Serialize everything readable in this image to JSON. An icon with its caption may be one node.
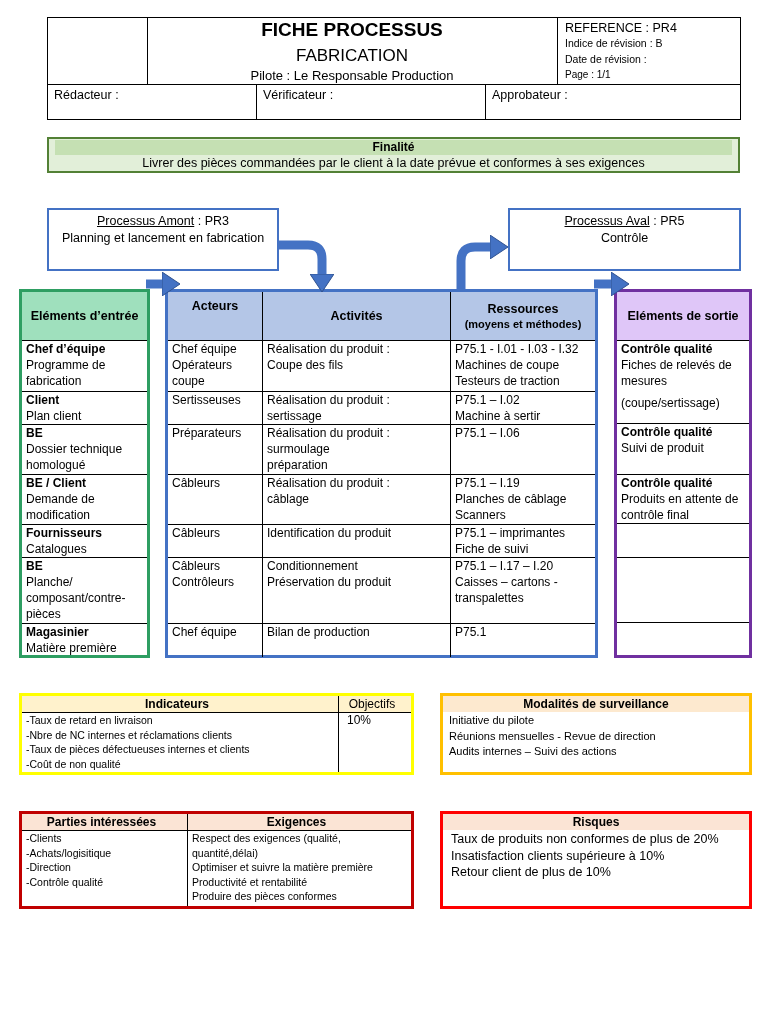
{
  "diagram": {
    "title": "FICHE PROCESSUS",
    "nodes": [
      {
        "text": [
          "Rédacteur :"
        ]
      },
      {
        "text": [
          "Vérificateur :"
        ]
      },
      {
        "text": [
          "Approbateur :"
        ]
      },
      {
        "text": [
          "Finalité",
          "Livrer des pièces commandées par le client à la date prévue et conformes à ses exigences"
        ]
      },
      {
        "text": [
          "Processus Amont : PR3",
          "Planning et lancement en fabrication"
        ]
      },
      {
        "text": [
          "Processus Aval : PR5",
          "Contrôle"
        ]
      },
      {
        "text": [
          "Eléments d’entrée"
        ]
      },
      {
        "text": [],
        "shape": "box"
      },
      {
        "text": [
          "Eléments de sortie"
        ]
      },
      {
        "text": [
          "Acteurs"
        ],
        "in": 7
      },
      {
        "text": [
          "Activités"
        ],
        "in": 7
      },
      {
        "text": [
          "Ressources",
          "(moyens et méthodes)"
        ],
        "in": 7
      },
      {
        "text": [
          "Chef d’équipe",
          "Programme de fabrication"
        ],
        "in": 6
      },
      {
        "text": [
          "Client",
          "Plan client"
        ],
        "in": 6
      },
      {
        "text": [
          "BE",
          "Dossier technique homologué"
        ],
        "in": 6
      },
      {
        "text": [
          "BE / Client",
          "Demande de modification"
        ],
        "in": 6
      },
      {
        "text": [
          "Fournisseurs",
          "Catalogues"
        ],
        "in": 6
      },
      {
        "text": [
          "BE",
          "Planche/ composant/contre-pièces"
        ],
        "in": 6
      },
      {
        "text": [
          "Magasinier",
          "Matière première"
        ],
        "in": 6
      },
      {
        "text": [
          "Chef équipe",
          "Opérateurs coupe"
        ],
        "in": 7
      },
      {
        "text": [
          "Réalisation du produit :",
          "Coupe des fils"
        ],
        "in": 7
      },
      {
        "text": [
          "P75.1 - I.01 - I.03 - I.32",
          "Machines de coupe",
          "Testeurs de traction"
        ],
        "in": 7
      },
      {
        "text": [
          "Sertisseuses"
        ],
        "in": 7
      },
      {
        "text": [
          "Réalisation du produit :",
          "sertissage"
        ],
        "in": 7
      },
      {
        "text": [
          "P75.1 – I.02",
          "Machine à sertir"
        ],
        "in": 7
      },
      {
        "text": [
          "Préparateurs"
        ],
        "in": 7
      },
      {
        "text": [
          "Réalisation du produit :",
          "surmoulage",
          "préparation"
        ],
        "in": 7
      },
      {
        "text": [
          "P75.1 – I.06"
        ],
        "in": 7
      },
      {
        "text": [
          "Câbleurs"
        ],
        "in": 7
      },
      {
        "text": [
          "Réalisation du produit :",
          "câblage"
        ],
        "in": 7
      },
      {
        "text": [
          "P75.1 – I.19",
          "Planches de câblage",
          "Scanners"
        ],
        "in": 7
      },
      {
        "text": [
          "Câbleurs"
        ],
        "in": 7
      },
      {
        "text": [
          "Identification du produit"
        ],
        "in": 7
      },
      {
        "text": [
          "P75.1 – imprimantes",
          "Fiche de suivi"
        ],
        "in": 7
      },
      {
        "text": [
          "Câbleurs",
          "Contrôleurs"
        ],
        "in": 7
      },
      {
        "text": [
          "Conditionnement",
          "Préservation du produit"
        ],
        "in": 7
      },
      {
        "text": [
          "P75.1 – I.17 – I.20",
          "Caisses – cartons - transpalettes"
        ],
        "in": 7
      },
      {
        "text": [
          "Chef équipe"
        ],
        "in": 7
      },
      {
        "text": [
          "Bilan de production"
        ],
        "in": 7
      },
      {
        "text": [
          "P75.1"
        ],
        "in": 7
      },
      {
        "text": [
          "Contrôle qualité",
          "Fiches de relevés de mesures",
          "(coupe/sertissage)"
        ],
        "in": 8
      },
      {
        "text": [
          "Contrôle qualité",
          "Suivi de produit"
        ],
        "in": 8
      },
      {
        "text": [
          "Contrôle qualité",
          "Produits en attente de contrôle final"
        ],
        "in": 8
      },
      {
        "text": [],
        "shape": "box",
        "in": 8
      },
      {
        "text": [],
        "shape": "box",
        "in": 8
      },
      {
        "text": [],
        "shape": "box",
        "in": 8
      },
      {
        "text": [],
        "shape": "box"
      },
      {
        "text": [
          "Indicateurs",
          "-Taux de retard en livraison",
          "-Nbre de NC internes et réclamations clients",
          "-Taux de pièces défectueuses internes et clients",
          "-Coût de non qualité"
        ],
        "in": 46
      },
      {
        "text": [
          "Objectifs",
          "10%"
        ],
        "in": 46
      },
      {
        "text": [
          "Modalités de surveillance",
          "Initiative du pilote",
          "Réunions mensuelles - Revue de direction",
          "Audits internes – Suivi des actions"
        ]
      },
      {
        "text": [],
        "shape": "box"
      },
      {
        "text": [
          "Parties intéressées",
          "-Clients",
          "-Achats/logisitique",
          "-Direction",
          "-Contrôle qualité"
        ],
        "in": 50
      },
      {
        "text": [
          "Exigences",
          "Respect des exigences (qualité, quantité,délai)",
          "Optimiser et suivre la matière première",
          "Productivité et rentabilité",
          "Produire des pièces conformes"
        ],
        "in": 50
      },
      {
        "text": [
          "Risques",
          "Taux de produits non conformes de plus de 20%",
          "Insatisfaction clients supérieure à 10%",
          "Retour client de plus de 10%"
        ]
      }
    ],
    "edges": [
      {
        "from": 4,
        "to": 10,
        "arrow": "to"
      },
      {
        "from": 11,
        "to": 5,
        "arrow": "to"
      },
      {
        "from": 6,
        "to": 7,
        "arrow": "to"
      },
      {
        "from": 7,
        "to": 8,
        "arrow": "to"
      }
    ],
    "labels": [
      "FABRICATION",
      "Pilote : Le Responsable Production",
      "REFERENCE : PR4",
      "Indice de révision : B",
      "Date de révision :",
      "Page : 1/1"
    ]
  }
}
